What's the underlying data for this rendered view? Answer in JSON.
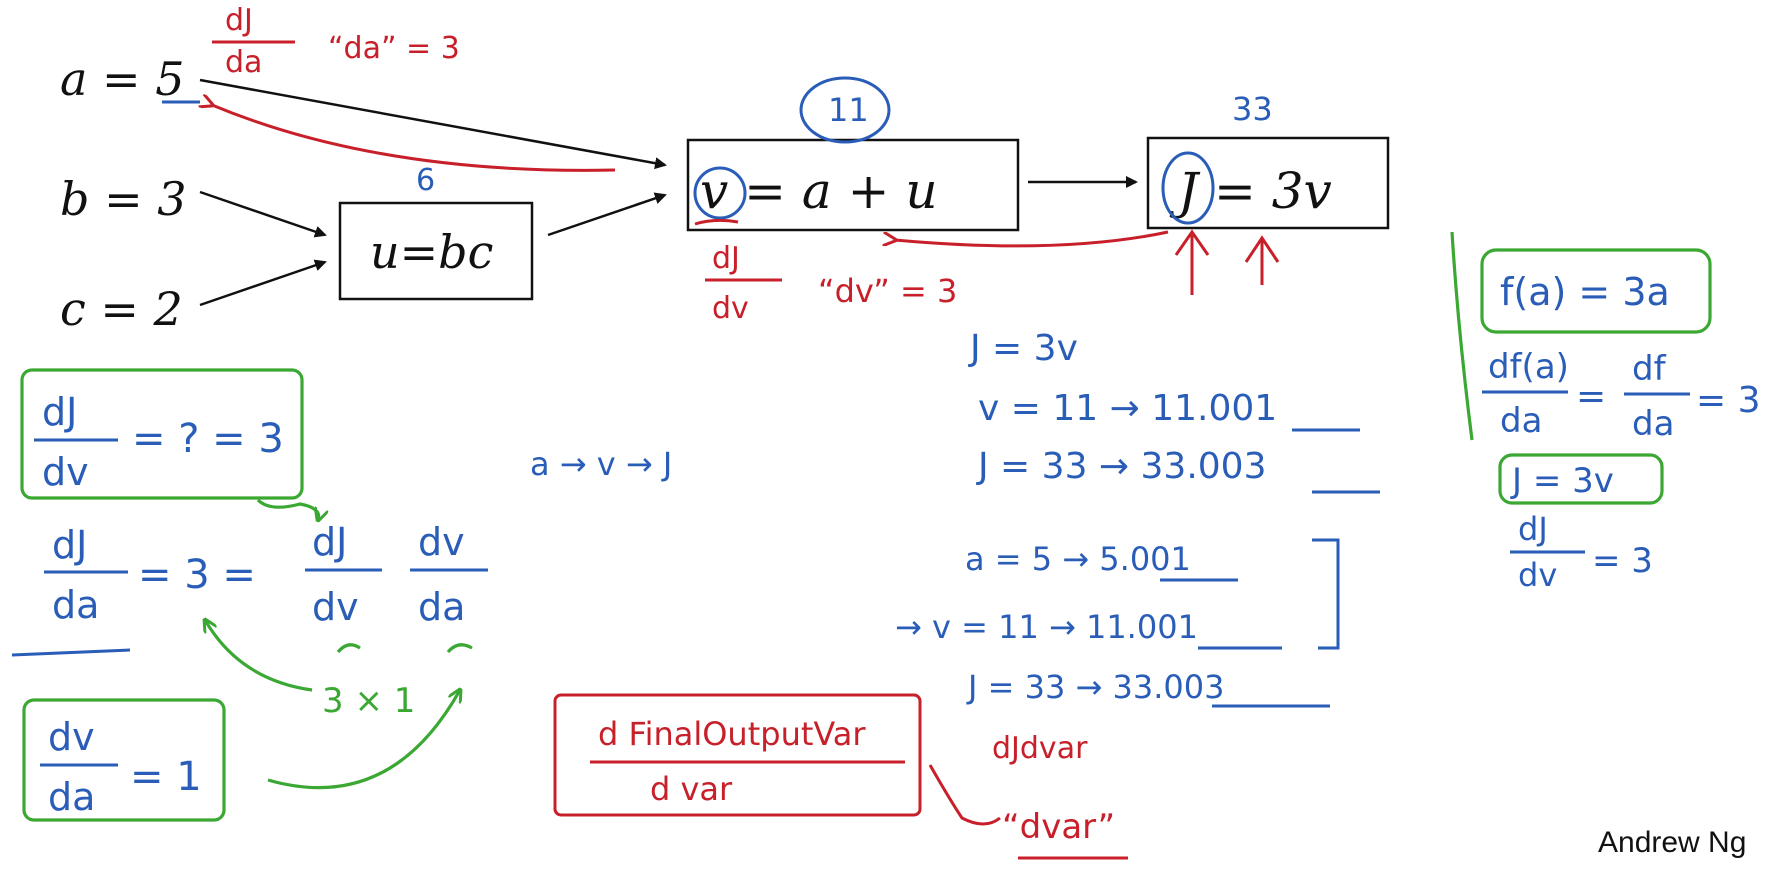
{
  "graph": {
    "inputs": {
      "a": "a = 5",
      "b": "b = 3",
      "c": "c = 2"
    },
    "node_u": {
      "expr": "u=bc",
      "value": "6"
    },
    "node_v": {
      "expr": "v = a + u",
      "value": "11"
    },
    "node_j": {
      "expr": "J = 3v",
      "value": "33"
    }
  },
  "red_notes": {
    "dJda_num": "dJ",
    "dJda_den": "da",
    "da_eq": "“da” = 3",
    "dJdv_num": "dJ",
    "dJdv_den": "dv",
    "dv_eq": "“dv” = 3",
    "final_num": "d FinalOutputVar",
    "final_den": "d var",
    "dJdvar": "dJdvar",
    "dvar_quote": "“dvar”"
  },
  "blue_notes": {
    "j_eq": "J = 3v",
    "v_row": "v = 11  → 11.001",
    "j_row": "J = 33  → 33.003",
    "chain": "a → v → J",
    "a_row2": "a = 5  → 5.001",
    "v_row2": "→ v = 11 → 11.001",
    "j_row2": "J = 33 → 33.003",
    "dJdv_q_num": "dJ",
    "dJdv_q_den": "dv",
    "dJdv_q_rest": "= ? = 3",
    "dJda_num": "dJ",
    "dJda_den": "da",
    "dJda_mid": "= 3 =",
    "chain_dJ": "dJ",
    "chain_dv": "dv",
    "chain_dv2": "dv",
    "chain_da": "da",
    "dvda_num": "dv",
    "dvda_den": "da",
    "dvda_rest": "= 1",
    "side_f": "f(a) = 3a",
    "side_df_num": "df(a)",
    "side_df_den": "da",
    "side_df2_num": "df",
    "side_df2_den": "da",
    "side_df_rest": "= 3",
    "side_j": "J = 3v",
    "side_dJ_num": "dJ",
    "side_dJ_den": "dv",
    "side_dJ_rest": "= 3"
  },
  "green_notes": {
    "three_times_one": "3 × 1"
  },
  "credit": "Andrew Ng"
}
